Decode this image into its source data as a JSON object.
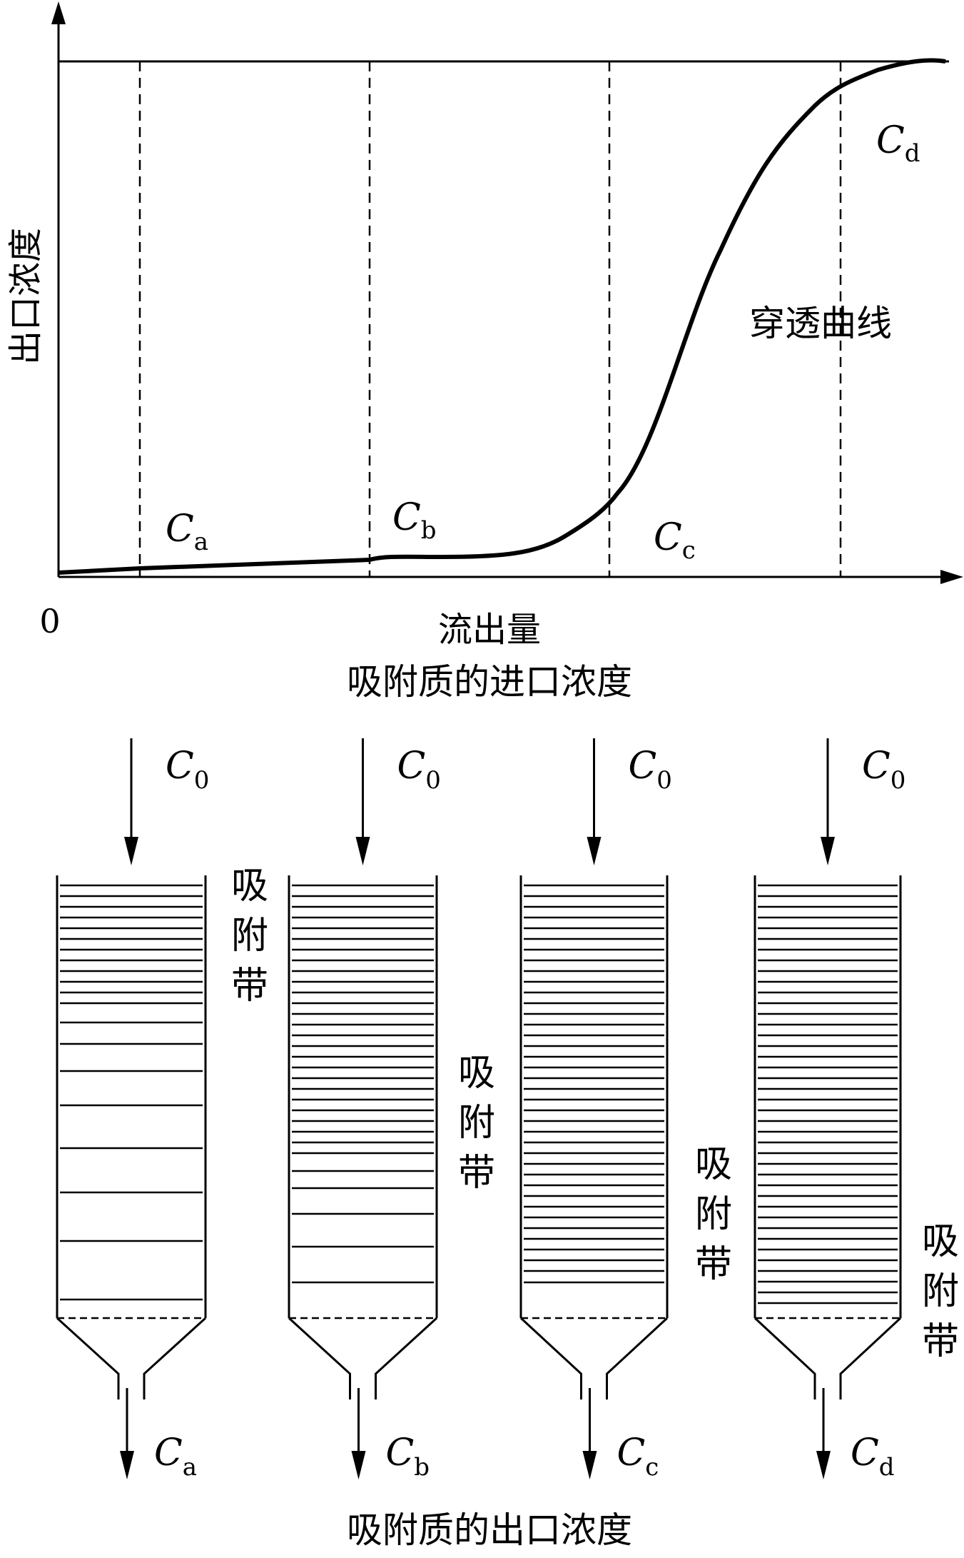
{
  "graph": {
    "y_axis_label": "出口浓度",
    "x_axis_label": "流出量",
    "origin_label": "0",
    "curve_label": "穿透曲线",
    "markers": [
      {
        "main": "C",
        "sub": "a"
      },
      {
        "main": "C",
        "sub": "b"
      },
      {
        "main": "C",
        "sub": "c"
      },
      {
        "main": "C",
        "sub": "d"
      }
    ]
  },
  "inlet_title": "吸附质的进口浓度",
  "outlet_title": "吸附质的出口浓度",
  "columns": [
    {
      "inlet": {
        "main": "C",
        "sub": "0"
      },
      "zone_label": [
        "吸",
        "附",
        "带"
      ],
      "outlet": {
        "main": "C",
        "sub": "a"
      }
    },
    {
      "inlet": {
        "main": "C",
        "sub": "0"
      },
      "zone_label": [
        "吸",
        "附",
        "带"
      ],
      "outlet": {
        "main": "C",
        "sub": "b"
      }
    },
    {
      "inlet": {
        "main": "C",
        "sub": "0"
      },
      "zone_label": [
        "吸",
        "附",
        "带"
      ],
      "outlet": {
        "main": "C",
        "sub": "c"
      }
    },
    {
      "inlet": {
        "main": "C",
        "sub": "0"
      },
      "zone_label": [
        "吸",
        "附",
        "带"
      ],
      "outlet": {
        "main": "C",
        "sub": "d"
      }
    }
  ]
}
